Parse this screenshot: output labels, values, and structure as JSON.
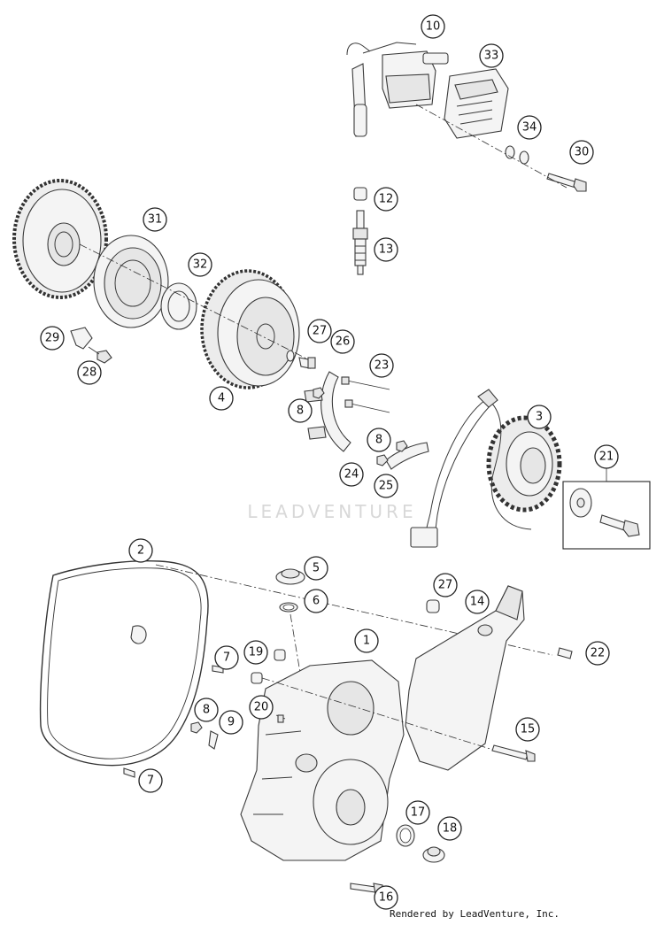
{
  "watermark": "LEADVENTURE",
  "credit": "Rendered by LeadVenture, Inc.",
  "callouts": [
    "10",
    "33",
    "34",
    "30",
    "12",
    "13",
    "31",
    "32",
    "29",
    "28",
    "27",
    "26",
    "4",
    "23",
    "8",
    "24",
    "8",
    "25",
    "3",
    "21",
    "2",
    "5",
    "6",
    "27",
    "14",
    "1",
    "7",
    "19",
    "22",
    "8",
    "9",
    "20",
    "15",
    "7",
    "17",
    "18",
    "16"
  ]
}
